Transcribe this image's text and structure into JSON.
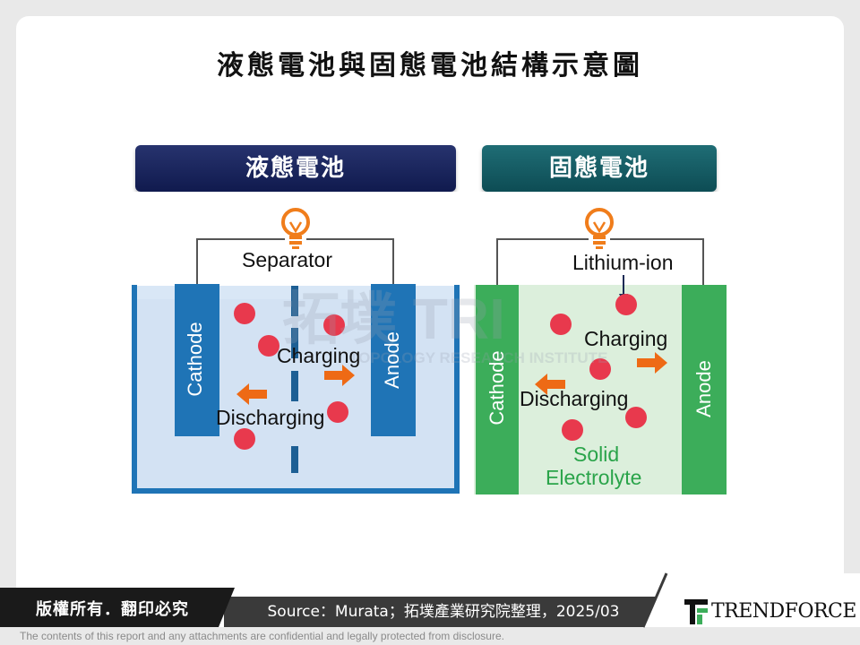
{
  "title": "液態電池與固態電池結構示意圖",
  "liquid": {
    "header": "液態電池",
    "separator_label": "Separator",
    "cathode_label": "Cathode",
    "anode_label": "Anode",
    "charging_label": "Charging",
    "discharging_label": "Discharging"
  },
  "solid": {
    "header": "固態電池",
    "ion_label": "Lithium-ion",
    "cathode_label": "Cathode",
    "anode_label": "Anode",
    "charging_label": "Charging",
    "discharging_label": "Discharging",
    "electrolyte_line1": "Solid",
    "electrolyte_line2": "Electrolyte"
  },
  "watermark": {
    "brand": "拓墣 TRI",
    "institute": "TOPOLOGY RESEARCH INSTITUTE"
  },
  "footer": {
    "copyright": "版權所有．翻印必究",
    "source": "Source：Murata；拓墣產業研究院整理，2025/03",
    "disclaimer": "The contents of this report and any attachments are confidential and legally protected from disclosure.",
    "logo_text": "TRENDFORCE"
  },
  "colors": {
    "liquid_header": "#1a2560",
    "solid_header": "#165a62",
    "liquid_electrode": "#1f74b6",
    "liquid_electrolyte": "#d7e6f5",
    "solid_electrode": "#3cad5a",
    "solid_electrolyte": "#ddf0dd",
    "ion": "#e8394d",
    "arrow": "#ee6a15",
    "electrolyte_text": "#2aa44a"
  }
}
